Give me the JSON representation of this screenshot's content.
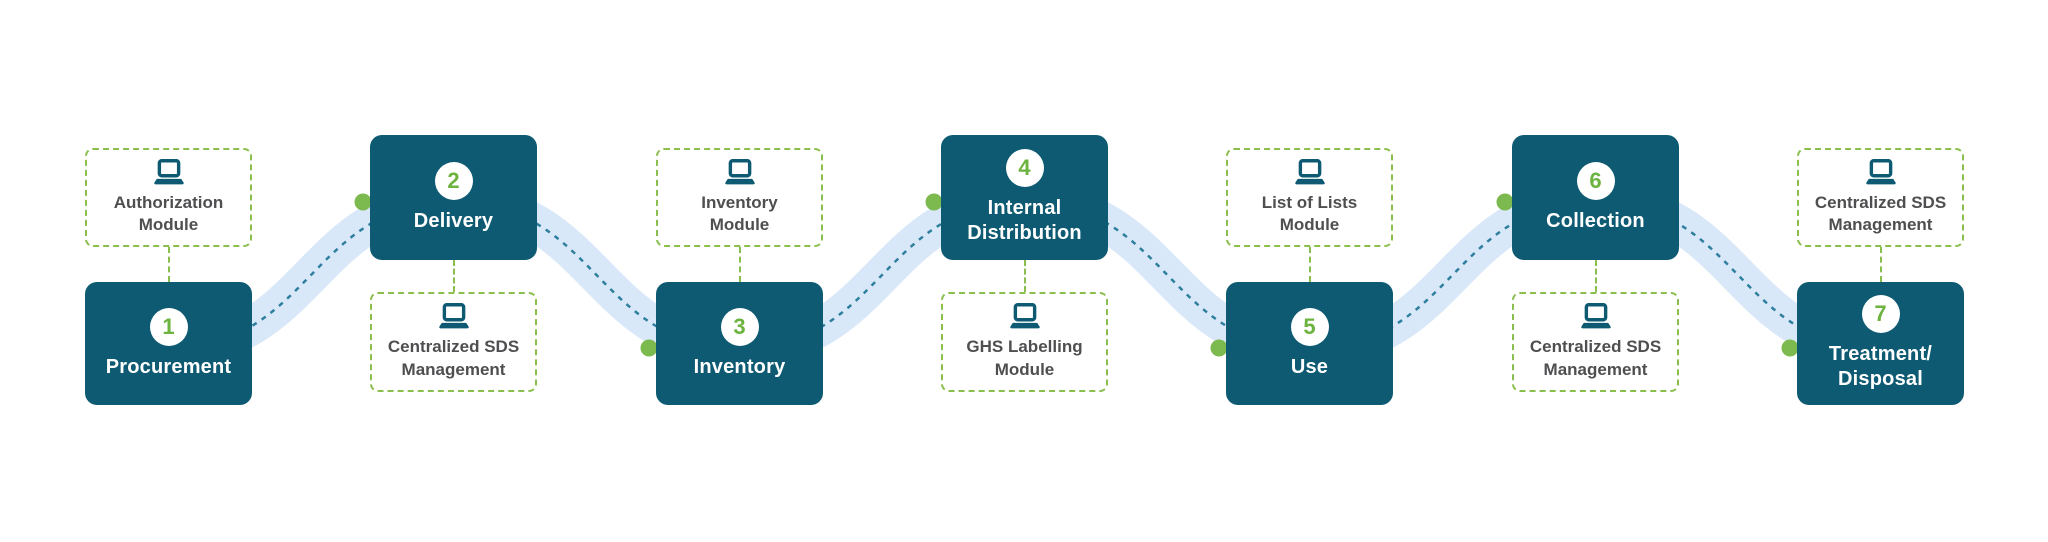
{
  "colors": {
    "box_teal": "#0d5a72",
    "icon_teal": "#0d5a72",
    "ribbon_blue": "#d9e8f8",
    "path_teal": "#2e7f9e",
    "dot_green": "#7cb94e",
    "dashed_border_green": "#8bbf4d",
    "number_green": "#6cb33f",
    "module_text_gray": "#4f4f51"
  },
  "steps": [
    {
      "number": "1",
      "label": "Procurement",
      "row": "bottom",
      "module": {
        "icon": "laptop-icon",
        "label": "Authorization\nModule",
        "position": "above"
      }
    },
    {
      "number": "2",
      "label": "Delivery",
      "row": "top",
      "module": {
        "icon": "laptop-icon",
        "label": "Centralized SDS\nManagement",
        "position": "below"
      }
    },
    {
      "number": "3",
      "label": "Inventory",
      "row": "bottom",
      "module": {
        "icon": "laptop-icon",
        "label": "Inventory\nModule",
        "position": "above"
      }
    },
    {
      "number": "4",
      "label": "Internal\nDistribution",
      "row": "top",
      "module": {
        "icon": "laptop-icon",
        "label": "GHS Labelling\nModule",
        "position": "below"
      }
    },
    {
      "number": "5",
      "label": "Use",
      "row": "bottom",
      "module": {
        "icon": "laptop-icon",
        "label": "List of Lists\nModule",
        "position": "above"
      }
    },
    {
      "number": "6",
      "label": "Collection",
      "row": "top",
      "module": {
        "icon": "laptop-icon",
        "label": "Centralized SDS\nManagement",
        "position": "below"
      }
    },
    {
      "number": "7",
      "label": "Treatment/\nDisposal",
      "row": "bottom",
      "module": {
        "icon": "laptop-icon",
        "label": "Centralized SDS\nManagement",
        "position": "above"
      }
    }
  ]
}
